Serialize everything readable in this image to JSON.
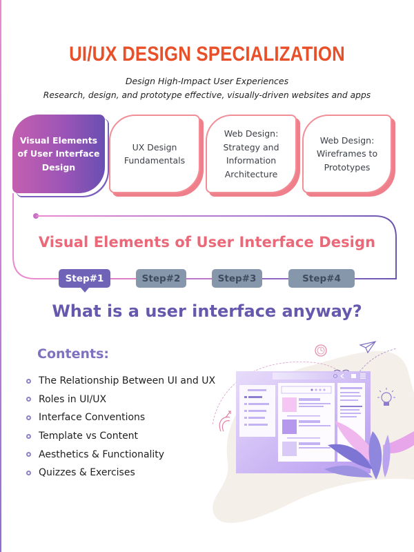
{
  "header": {
    "title": "UI/UX DESIGN SPECIALIZATION",
    "subtitle_line1": "Design High-Impact User Experiences",
    "subtitle_line2": "Research, design, and prototype effective, visually-driven websites and apps"
  },
  "courses": [
    {
      "lines": [
        "Visual Elements",
        "of User Interface",
        "Design"
      ],
      "active": true
    },
    {
      "lines": [
        "UX Design",
        "Fundamentals"
      ],
      "active": false
    },
    {
      "lines": [
        "Web Design:",
        "Strategy and",
        "Information",
        "Architecture"
      ],
      "active": false
    },
    {
      "lines": [
        "Web Design:",
        "Wireframes to",
        "Prototypes"
      ],
      "active": false
    }
  ],
  "section": {
    "title": "Visual Elements of User Interface Design"
  },
  "steps": [
    {
      "label": "Step#1",
      "active": true
    },
    {
      "label": "Step#2",
      "active": false
    },
    {
      "label": "Step#3",
      "active": false
    },
    {
      "label": "Step#4",
      "active": false
    }
  ],
  "question": "What is a user interface anyway?",
  "contents": {
    "title": "Contents:",
    "items": [
      "The Relationship Between UI and UX",
      "Roles in UI/UX",
      "Interface Conventions",
      "Template vs Content",
      "Aesthetics & Functionality",
      "Quizzes & Exercises"
    ]
  },
  "colors": {
    "title": "#e8502a",
    "section_title": "#ea6878",
    "question": "#6558ad",
    "step_active": "#6f63b8",
    "step_inactive": "#8697ac",
    "card_border": "#f28c95",
    "path_start": "#e98ad0",
    "path_end": "#6a55b0"
  },
  "illustration": {
    "icons": [
      "clock-icon",
      "paper-plane-icon",
      "heart-icon",
      "lightbulb-icon",
      "target-arrow-icon",
      "search-icon",
      "share-icon",
      "chat-icon",
      "menu-icon"
    ]
  }
}
